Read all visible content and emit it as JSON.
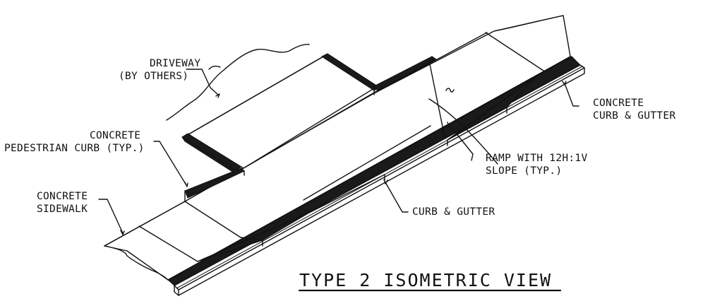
{
  "labels": {
    "driveway_line1": "DRIVEWAY",
    "driveway_line2": "(BY OTHERS)",
    "concrete_curb_gutter_line1": "CONCRETE",
    "concrete_curb_gutter_line2": "CURB & GUTTER",
    "pedestrian_curb_line1": "CONCRETE",
    "pedestrian_curb_line2": "PEDESTRIAN CURB (TYP.)",
    "ramp_line1": "RAMP WITH 12H:1V",
    "ramp_line2": "SLOPE (TYP.)",
    "sidewalk_line1": "CONCRETE",
    "sidewalk_line2": "SIDEWALK",
    "curb_gutter": "CURB & GUTTER",
    "title": "TYPE 2 ISOMETRIC VIEW"
  },
  "colors": {
    "ink": "#111111",
    "paper": "#ffffff"
  }
}
